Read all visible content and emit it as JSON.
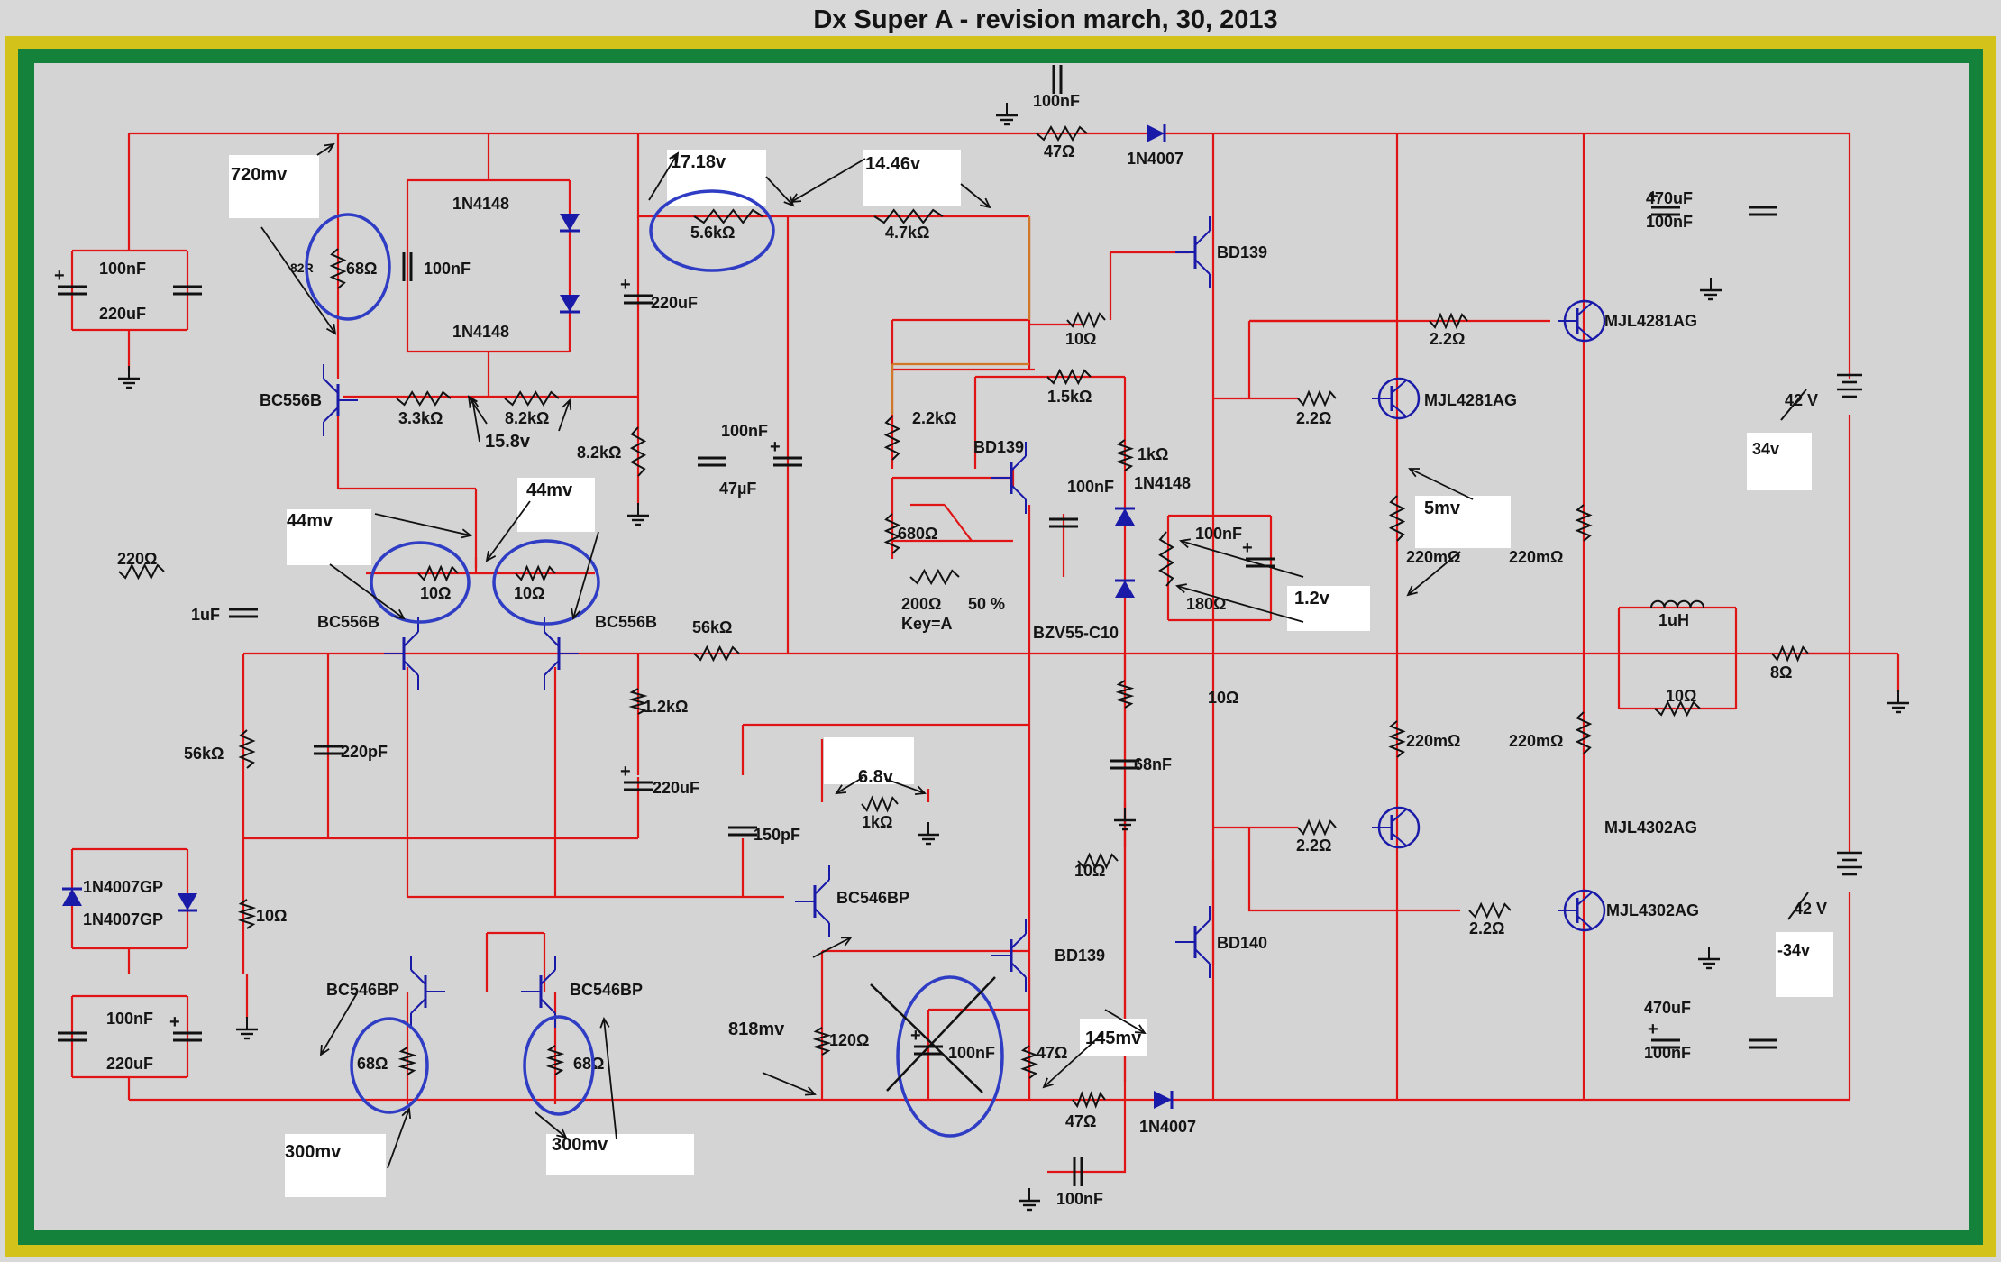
{
  "title": "Dx Super A - revision march, 30, 2013",
  "colors": {
    "page_background": "#d8d8d8",
    "board_background": "#d4d4d4",
    "outer_frame": "#d3c21a",
    "inner_frame": "#14823a",
    "wire": "#e01414",
    "component": "#1a1aa8",
    "orange_wire": "#d07828",
    "annotation_circle": "#2f3cc4"
  },
  "labels": {
    "c_100nF": "100nF",
    "c_220uF": "220uF",
    "c_220uF_alt": "220µF",
    "c_47uF": "47µF",
    "c_470uF": "470uF",
    "c_1uF": "1uF",
    "c_220pF": "220pF",
    "c_150pF": "150pF",
    "c_68nF": "68nF",
    "r_47": "47Ω",
    "r_56k": "5.6kΩ",
    "r_47k": "4.7kΩ",
    "r_33k": "3.3kΩ",
    "r_82k": "8.2kΩ",
    "r_10": "10Ω",
    "r_68": "68Ω",
    "r_82R": "82R",
    "r_22k": "2.2kΩ",
    "r_680": "680Ω",
    "r_200": "200Ω",
    "pot_pct": "50  %",
    "pot_key": "Key=A",
    "r_15k": "1.5kΩ",
    "r_1k": "1kΩ",
    "r_180": "180Ω",
    "r_22": "2.2Ω",
    "r_220m": "220mΩ",
    "r_220": "220Ω",
    "r_56k_big": "56kΩ",
    "r_12k": "1.2kΩ",
    "r_120": "120Ω",
    "r_8": "8Ω",
    "l_1uH": "1uH",
    "d_1n4007": "1N4007",
    "d_1n4148": "1N4148",
    "d_1n4007gp": "1N4007GP",
    "d_bzv": "BZV55-C10",
    "q_bc556b": "BC556B",
    "q_bc546bp": "BC546BP",
    "q_bd139": "BD139",
    "q_bd140": "BD140",
    "q_mjl4281": "MJL4281AG",
    "q_mjl4302": "MJL4302AG",
    "supply_pos_orig": "42 V",
    "supply_neg_orig": "42 V",
    "supply_pos": "34v",
    "supply_neg": "-34v"
  },
  "annotations": {
    "v720": "720mv",
    "v1718": "17.18v",
    "v1446": "14.46v",
    "v158": "15.8v",
    "v44a": "44mv",
    "v44b": "44mv",
    "v5": "5mv",
    "v12": "1.2v",
    "v68": "6.8v",
    "v818": "818mv",
    "v145": "145mv",
    "v300a": "300mv",
    "v300b": "300mv"
  }
}
